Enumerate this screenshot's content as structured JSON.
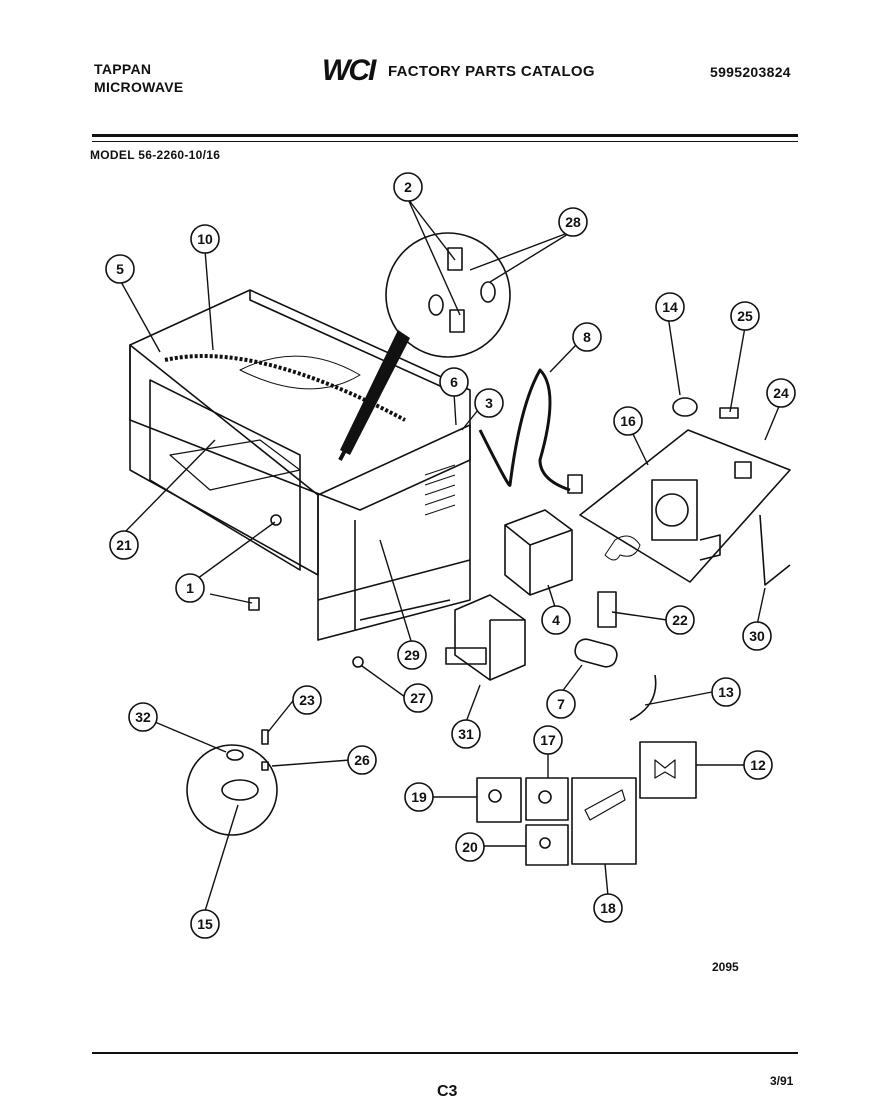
{
  "header": {
    "brand_line1": "TAPPAN",
    "brand_line2": "MICROWAVE",
    "logo_text": "WCI",
    "catalog_title": "FACTORY PARTS CATALOG",
    "part_number": "5995203824",
    "model": "MODEL 56-2260-10/16"
  },
  "callouts": [
    "1",
    "2",
    "3",
    "4",
    "5",
    "6",
    "7",
    "8",
    "10",
    "12",
    "13",
    "14",
    "15",
    "16",
    "17",
    "18",
    "19",
    "20",
    "21",
    "22",
    "23",
    "24",
    "25",
    "26",
    "27",
    "28",
    "29",
    "30",
    "31",
    "32"
  ],
  "footer": {
    "code": "2095",
    "page": "C3",
    "date": "3/91"
  }
}
